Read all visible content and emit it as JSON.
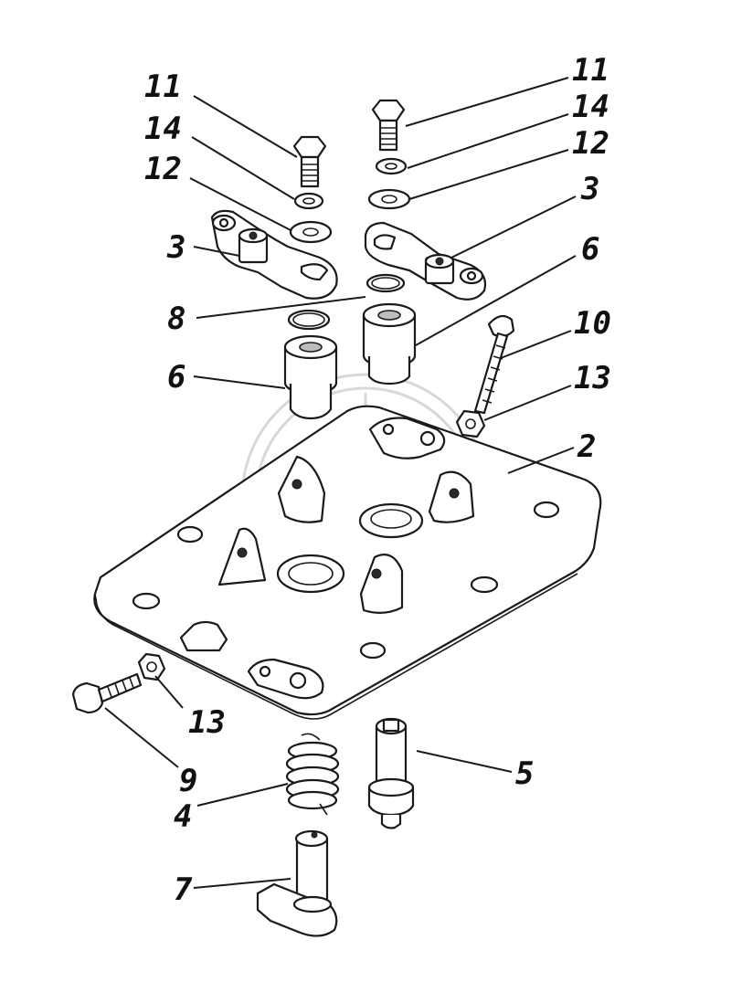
{
  "diagram": {
    "labels": {
      "11a": "11",
      "14a": "14",
      "12a": "12",
      "3a": "3",
      "8": "8",
      "6a": "6",
      "11b": "11",
      "14b": "14",
      "12b": "12",
      "3b": "3",
      "6b": "6",
      "10": "10",
      "13a": "13",
      "2": "2",
      "13b": "13",
      "9": "9",
      "5": "5",
      "4": "4",
      "7": "7"
    }
  }
}
